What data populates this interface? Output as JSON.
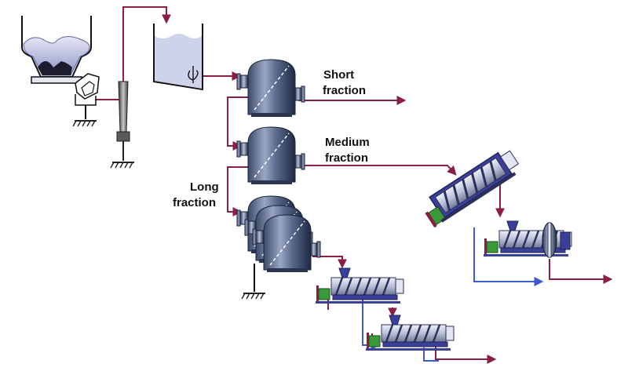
{
  "labels": {
    "short_line1": "Short",
    "short_line2": "fraction",
    "medium_line1": "Medium",
    "medium_line2": "fraction",
    "long_line1": "Long",
    "long_line2": "fraction"
  },
  "colors": {
    "pipe": "#8b1e45",
    "water": "#3c5ad6",
    "ground": "#222222",
    "vessel_light": "#d0d5ea",
    "vessel_dark": "#26334f",
    "motor": "#3a9a3a",
    "screw_body": "#3a3f9a"
  }
}
